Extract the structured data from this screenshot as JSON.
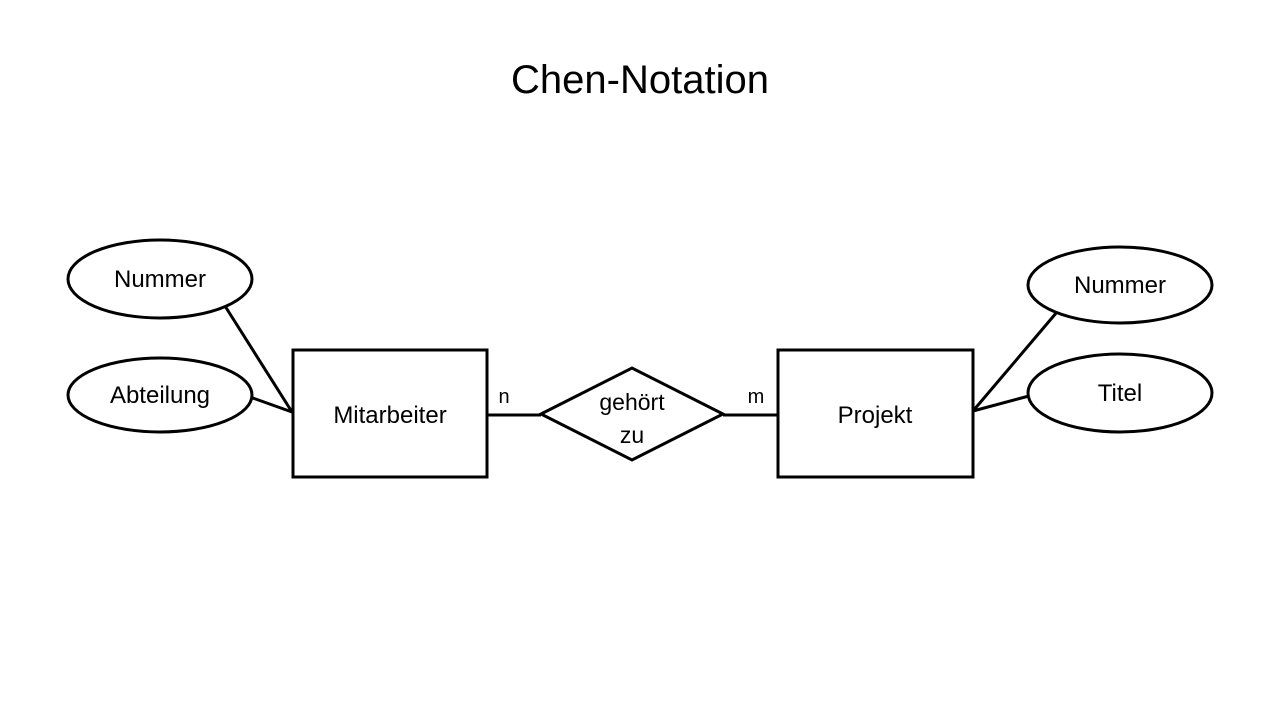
{
  "title": "Chen-Notation",
  "colors": {
    "stroke": "#000000",
    "background": "#ffffff",
    "text": "#000000"
  },
  "entities": {
    "mitarbeiter": {
      "label": "Mitarbeiter"
    },
    "projekt": {
      "label": "Projekt"
    }
  },
  "relationship": {
    "label_line1": "gehört",
    "label_line2": "zu",
    "cardinality_left": "n",
    "cardinality_right": "m"
  },
  "attributes": {
    "mitarbeiter": [
      {
        "label": "Nummer"
      },
      {
        "label": "Abteilung"
      }
    ],
    "projekt": [
      {
        "label": "Nummer"
      },
      {
        "label": "Titel"
      }
    ]
  }
}
